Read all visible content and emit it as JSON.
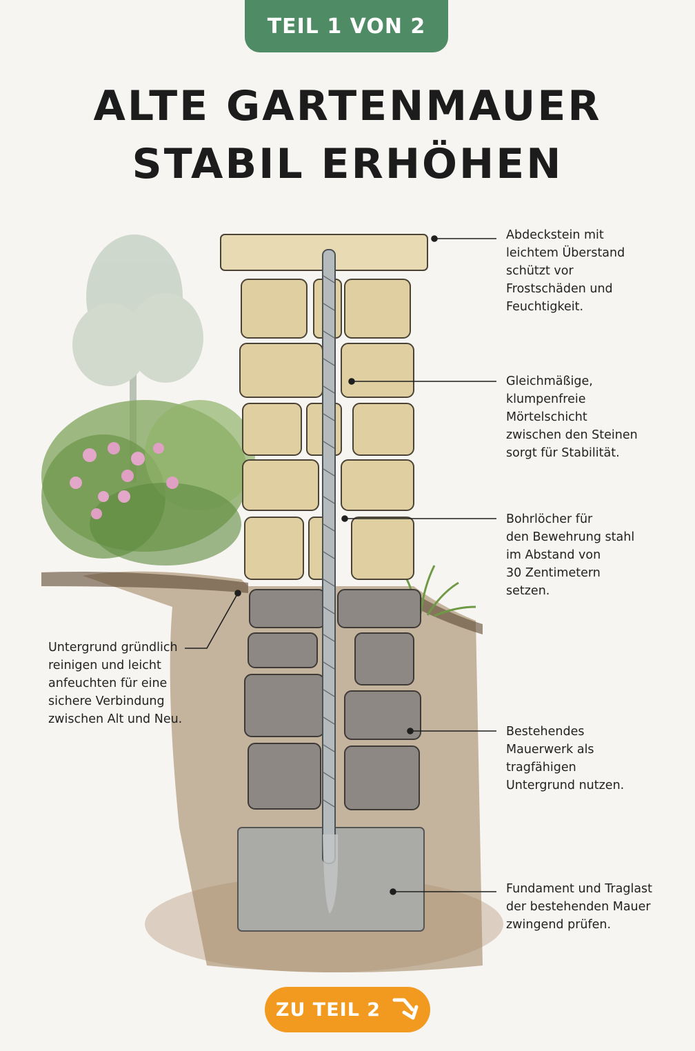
{
  "badge": {
    "text": "TEIL 1 VON 2"
  },
  "title": {
    "line1": "ALTE GARTENMAUER",
    "line2": "STABIL ERHÖHEN"
  },
  "callouts": {
    "cap_stone": "Abdeckstein mit\nleichtem Überstand\nschützt vor\nFrostschäden und\nFeuchtigkeit.",
    "mortar": "Gleichmäßige,\nklumpenfreie\nMörtelschicht\nzwischen den Steinen\nsorgt für Stabilität.",
    "drill_holes": "Bohrlöcher für\nden Bewehrung stahl\nim Abstand von\n30 Zentimetern\nsetzen.",
    "substrate": "Untergrund gründlich\nreinigen und leicht\nanfeuchten für eine\nsichere Verbindung\nzwischen Alt und Neu.",
    "existing_wall": "Bestehendes\nMauerwerk als\ntragfähigen\nUntergrund nutzen.",
    "foundation": "Fundament und Traglast\nder bestehenden Mauer\nzwingend prüfen."
  },
  "next_button": {
    "label": "ZU TEIL 2",
    "icon": "arrow-down-right-icon"
  },
  "colors": {
    "badge": "#4f8b64",
    "button": "#f29a1f",
    "new_stone": "#e3d3a6",
    "old_stone": "#8a8580",
    "soil": "#8b6b4a",
    "foundation": "#a9a9a6",
    "rebar": "#9ca3a6"
  }
}
